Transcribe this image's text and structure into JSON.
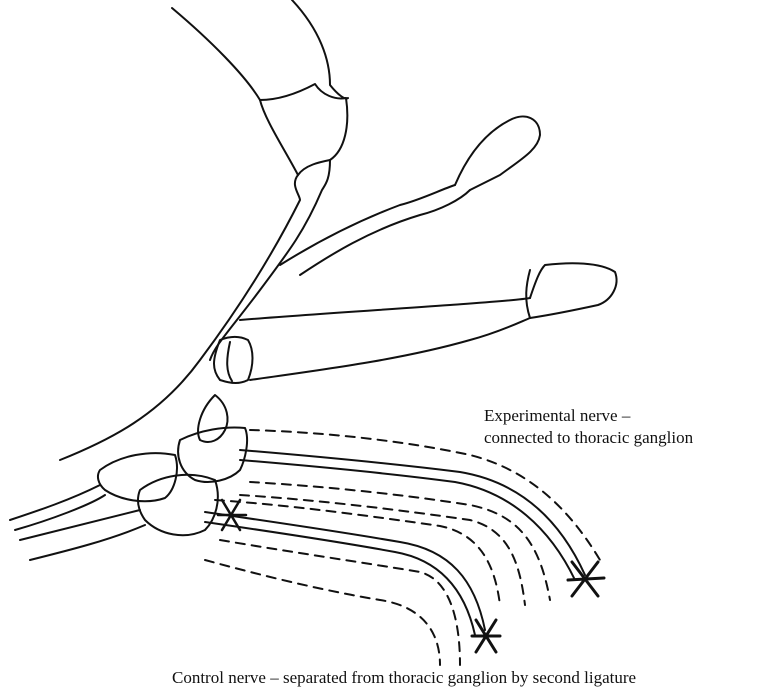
{
  "labels": {
    "experimental_line1": "Experimental nerve –",
    "experimental_line2": "connected to thoracic ganglion",
    "control": "Control nerve – separated from thoracic ganglion by second ligature"
  },
  "colors": {
    "ink": "#111111",
    "background": "#ffffff"
  }
}
